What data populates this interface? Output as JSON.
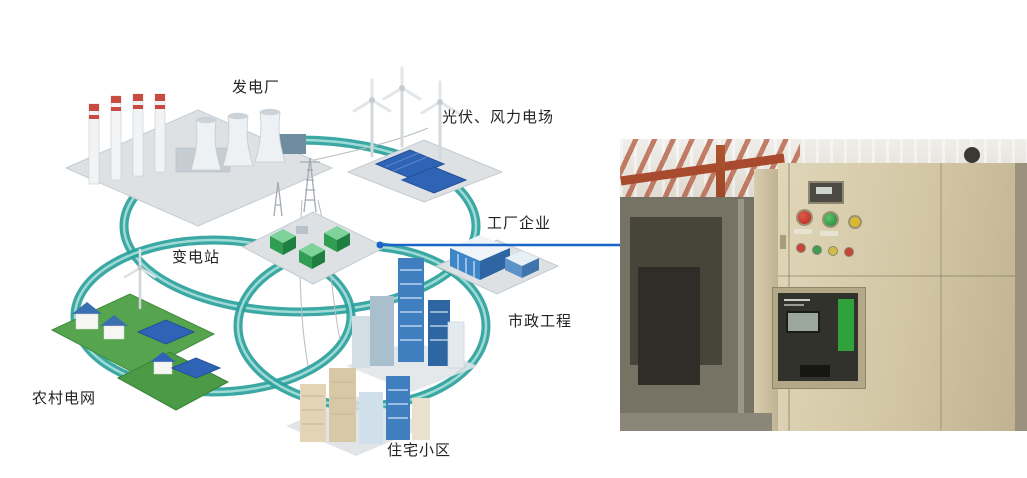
{
  "diagram": {
    "labels": {
      "power_plant": "发电厂",
      "pv_wind_farm": "光伏、风力电场",
      "factory": "工厂企业",
      "substation": "变电站",
      "municipal": "市政工程",
      "rural_grid": "农村电网",
      "residential": "住宅小区"
    },
    "colors": {
      "network_ring": "#2ba19c",
      "connector_line": "#1a66c8",
      "solar_panel": "#2f63b5",
      "substation_green": "#2f9e53",
      "chimney_red": "#c94b40"
    }
  },
  "photo": {
    "name": "switchgear-cabinet-photo",
    "colors": {
      "cabinet_beige": "#d2c6a4",
      "breaker_face": "#32322c",
      "breaker_green": "#2fa23c",
      "indicator_red": "#b02a1e",
      "indicator_green": "#22813a",
      "indicator_yellow": "#d8b92e",
      "ceiling_beam_red": "#a84a2e"
    }
  }
}
